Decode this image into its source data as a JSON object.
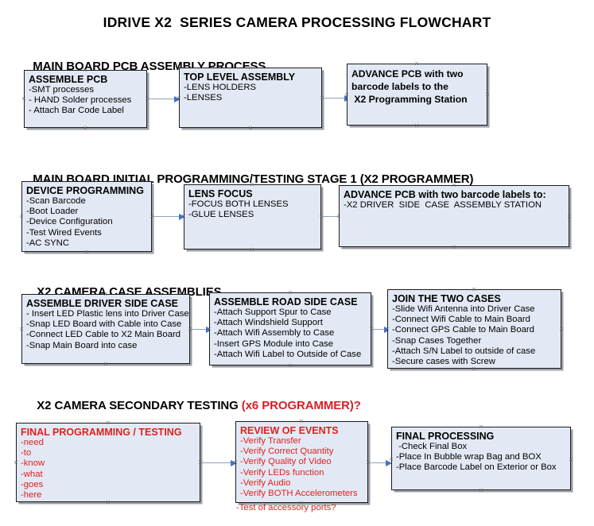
{
  "document": {
    "title": "IDRIVE X2  SERIES CAMERA PROCESSING FLOWCHART"
  },
  "colors": {
    "box_fill": "#e3e9f4",
    "box_border": "#1b1b1b",
    "arrow_shaft": "#8da2bd",
    "arrow_head": "#4472c4",
    "red_text": "#e02020",
    "title_text": "#000000"
  },
  "sections": [
    {
      "id": "main-board-pcb-assembly",
      "heading": "MAIN BOARD PCB ASSEMBLY PROCESS",
      "heading_red": "",
      "nodes": [
        {
          "id": "assemble-pcb",
          "title": "ASSEMBLE PCB",
          "lines": [
            "-SMT processes",
            "- HAND Solder processes",
            "- Attach Bar Code Label"
          ]
        },
        {
          "id": "top-level-assembly",
          "title": "TOP LEVEL ASSEMBLY",
          "lines": [
            "-LENS HOLDERS",
            "-LENSES"
          ]
        },
        {
          "id": "advance-pcb-programming-station",
          "title": "",
          "lines": [
            "ADVANCE PCB with two",
            "barcode labels to the",
            " X2 Programming Station"
          ]
        }
      ]
    },
    {
      "id": "main-board-initial-programming",
      "heading": "MAIN BOARD INITIAL PROGRAMMING/TESTING STAGE 1 (X2 PROGRAMMER)",
      "heading_red": "",
      "nodes": [
        {
          "id": "device-programming",
          "title": "DEVICE PROGRAMMING",
          "lines": [
            "-Scan Barcode",
            "-Boot Loader",
            "-Device Configuration",
            "-Test Wired Events",
            "-AC SYNC"
          ]
        },
        {
          "id": "lens-focus",
          "title": "LENS FOCUS",
          "lines": [
            "-FOCUS BOTH LENSES",
            "-GLUE LENSES"
          ]
        },
        {
          "id": "advance-pcb-driver-side-case",
          "title": "ADVANCE PCB with two barcode labels to:",
          "lines": [
            "-X2 DRIVER  SIDE  CASE  ASSEMBLY STATION"
          ]
        }
      ]
    },
    {
      "id": "x2-camera-case-assemblies",
      "heading": "X2 CAMERA CASE ASSEMBLIES",
      "heading_red": "",
      "nodes": [
        {
          "id": "assemble-driver-side-case",
          "title": "ASSEMBLE DRIVER SIDE CASE",
          "lines": [
            "- Insert LED Plastic lens into Driver Case",
            "-Snap LED Board with Cable into Case",
            "-Connect LED Cable to X2 Main Board",
            "-Snap Main Board into case"
          ]
        },
        {
          "id": "assemble-road-side-case",
          "title": "ASSEMBLE ROAD SIDE CASE",
          "lines": [
            "-Attach Support Spur to Case",
            "-Attach Windshield Support",
            "-Attach Wifi Assembly to Case",
            "-Insert GPS Module into Case",
            "-Attach Wifi Label to Outside of Case"
          ]
        },
        {
          "id": "join-the-two-cases",
          "title": "JOIN THE TWO CASES",
          "lines": [
            "-Slide Wifi Antenna into Driver Case",
            "-Connect Wifi Cable to Main Board",
            "-Connect GPS Cable to Main Board",
            "-Snap Cases Together",
            "-Attach S/N Label to outside of case",
            "-Secure cases with Screw"
          ]
        }
      ]
    },
    {
      "id": "x2-camera-secondary-testing",
      "heading": "X2 CAMERA SECONDARY TESTING ",
      "heading_red": "(x6 PROGRAMMER)?",
      "nodes": [
        {
          "id": "final-programming-testing",
          "title": "FINAL PROGRAMMING / TESTING",
          "lines": [
            "-need",
            "-to",
            "-know",
            "-what",
            "-goes",
            "-here"
          ]
        },
        {
          "id": "review-of-events",
          "title": "REVIEW OF EVENTS",
          "lines": [
            "-Verify Transfer",
            "-Verify Correct Quantity",
            "-Verify Quality of Video",
            "-Verify LEDs function",
            "-Verify Audio",
            "-Verify BOTH Accelerometers"
          ],
          "overflow_line": "-Test of accessory ports?"
        },
        {
          "id": "final-processing",
          "title": "FINAL PROCESSING",
          "lines": [
            " -Check Final Box",
            "-Place In Bubble wrap Bag and BOX",
            "-Place Barcode Label on Exterior or Box"
          ]
        }
      ]
    }
  ]
}
